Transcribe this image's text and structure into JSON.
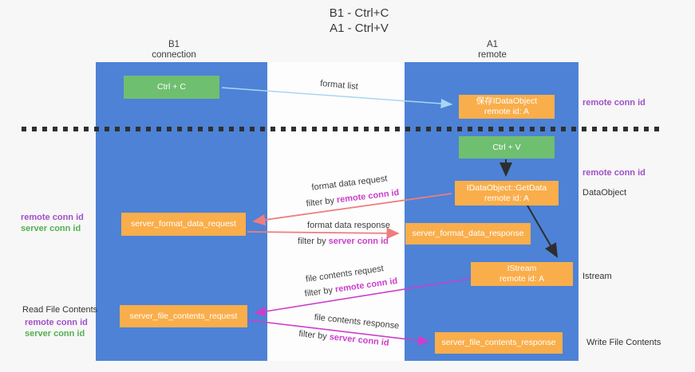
{
  "title": {
    "line1": "B1 - Ctrl+C",
    "line2": "A1 - Ctrl+V"
  },
  "lanes": {
    "left": {
      "name": "B1",
      "sub": "connection"
    },
    "right": {
      "name": "A1",
      "sub": "remote"
    }
  },
  "boxes": {
    "ctrl_c": "Ctrl + C",
    "save_idataobject": {
      "line1": "保存IDataObject",
      "line2": "remote id: A"
    },
    "ctrl_v": "Ctrl + V",
    "getdata": {
      "line1": "IDataObject::GetData",
      "line2": "remote id: A"
    },
    "server_format_data_request": "server_format_data_request",
    "server_format_data_response": "server_format_data_response",
    "istream": {
      "line1": "IStream",
      "line2": "remote id: A"
    },
    "server_file_contents_request": "server_file_contents_request",
    "server_file_contents_response": "server_file_contents_response"
  },
  "flow_labels": {
    "format_list": "format list",
    "format_data_request": "format data request",
    "format_data_response": "format data response",
    "file_contents_request": "file contents request",
    "file_contents_response": "file contents response",
    "filter_by": "filter by ",
    "remote_conn_id": "remote conn id",
    "server_conn_id": "server conn id"
  },
  "side_labels": {
    "remote_conn_id": "remote conn id",
    "server_conn_id": "server conn id",
    "dataobject": "DataObject",
    "istream": "Istream",
    "read_file_contents": "Read File Contents",
    "write_file_contents": "Write File Contents"
  },
  "colors": {
    "lane_blue": "#4d82d6",
    "box_orange": "#f9ae4b",
    "box_green": "#6fbf70",
    "arrow_light_blue": "#a9d5f5",
    "arrow_red": "#ef7d7d",
    "arrow_magenta": "#cb3fcb",
    "arrow_black": "#2e2e2e",
    "label_purple": "#a050c8",
    "label_green": "#53ae53"
  }
}
